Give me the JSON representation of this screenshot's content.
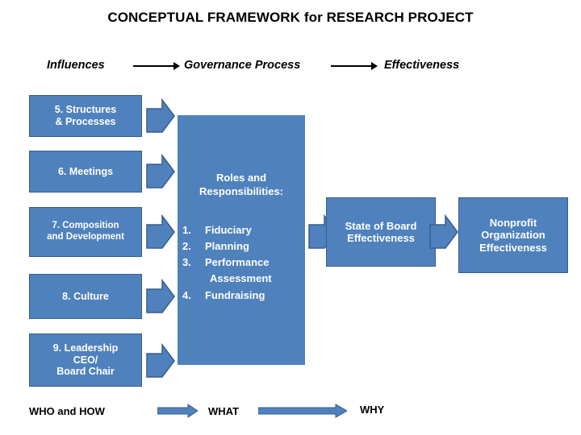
{
  "title": "CONCEPTUAL FRAMEWORK for RESEARCH PROJECT",
  "headers": {
    "influences": "Influences",
    "governance": "Governance Process",
    "effectiveness": "Effectiveness"
  },
  "left_boxes": [
    {
      "label": "5. Structures\n& Processes",
      "line1": "5. Structures",
      "line2": "& Processes"
    },
    {
      "label": "6. Meetings",
      "line1": "6. Meetings",
      "line2": ""
    },
    {
      "label": "7. Composition and Development",
      "line1": "7. Composition",
      "line2": "and Development"
    },
    {
      "label": "8. Culture",
      "line1": "8. Culture",
      "line2": ""
    },
    {
      "label": "9. Leadership CEO/ Board Chair",
      "line1": "9. Leadership",
      "line2": "CEO/",
      "line3": "Board Chair"
    }
  ],
  "center": {
    "title_line1": "Roles and",
    "title_line2": "Responsibilities:",
    "items": [
      {
        "num": "1.",
        "text": "Fiduciary"
      },
      {
        "num": "2.",
        "text": "Planning"
      },
      {
        "num": "3.",
        "text": "Performance"
      },
      {
        "num": "",
        "text": "Assessment"
      },
      {
        "num": "4.",
        "text": "Fundraising"
      }
    ]
  },
  "outcome_boxes": [
    {
      "line1": "State of Board",
      "line2": "Effectiveness"
    },
    {
      "line1": "Nonprofit",
      "line2": "Organization",
      "line3": "Effectiveness"
    }
  ],
  "bottom_labels": {
    "who_how": "WHO and HOW",
    "what": "WHAT",
    "why": "WHY"
  },
  "colors": {
    "box_fill": "#4f81bd",
    "box_stroke": "#385d8a",
    "text_on_box": "#ffffff",
    "page_text": "#000000"
  },
  "icons": {
    "block_arrow": "right-block-arrow-icon",
    "line_arrow": "right-line-arrow-icon"
  }
}
